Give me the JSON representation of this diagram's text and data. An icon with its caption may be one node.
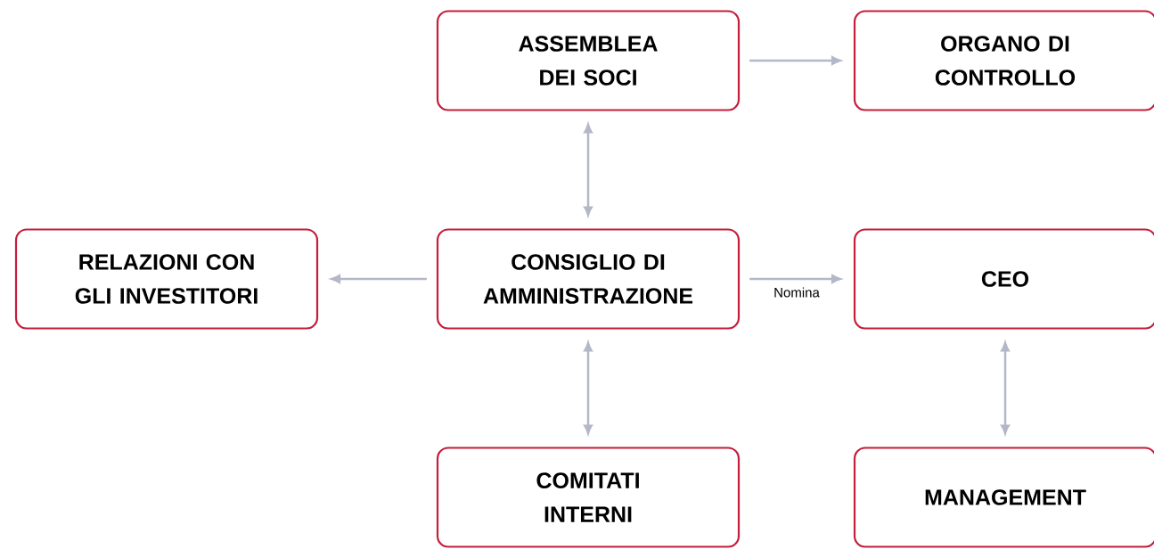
{
  "diagram": {
    "nodes": [
      {
        "text": [
          "ASSEMBLEA DEI SOCI"
        ]
      },
      {
        "text": [
          "ORGANO DI CONTROLLO"
        ]
      },
      {
        "text": [
          "RELAZIONI CON GLI INVESTITORI"
        ]
      },
      {
        "text": [
          "CONSIGLIO DI AMMINISTRAZIONE"
        ]
      },
      {
        "text": [
          "CEO"
        ]
      },
      {
        "text": [
          "COMITATI INTERNI"
        ]
      },
      {
        "text": [
          "MANAGEMENT"
        ]
      }
    ],
    "edges": [
      {
        "from": 0,
        "to": 1,
        "arrow": "to"
      },
      {
        "from": 0,
        "to": 3,
        "arrow": "both"
      },
      {
        "from": 3,
        "to": 2,
        "arrow": "to"
      },
      {
        "from": 3,
        "to": 4,
        "arrow": "to",
        "label": "Nomina"
      },
      {
        "from": 3,
        "to": 5,
        "arrow": "both"
      },
      {
        "from": 4,
        "to": 6,
        "arrow": "both"
      }
    ]
  }
}
